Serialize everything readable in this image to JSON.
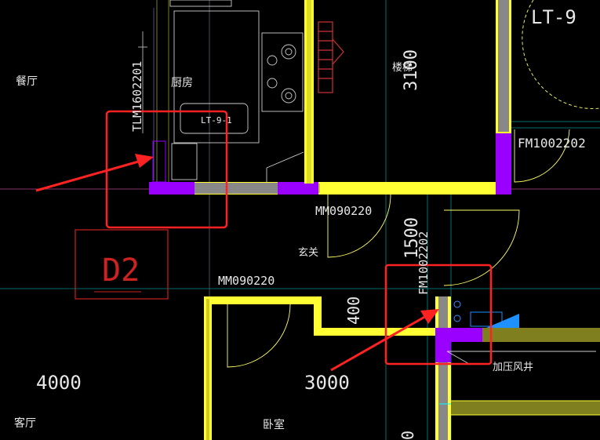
{
  "labels": {
    "dining": "餐厅",
    "kitchen": "厨房",
    "stair": "楼梯",
    "entry": "玄关",
    "living": "客厅",
    "bedroom": "卧室",
    "shaft": "加压风井"
  },
  "tags": {
    "lt9": "LT-9",
    "lt9_small": "LT-9-1",
    "fm_right": "FM1002202",
    "fm_center": "FM1002202",
    "mm_top": "MM090220",
    "mm_left": "MM090220",
    "tlm": "TLM1602201",
    "d2": "D2"
  },
  "dimensions": {
    "d4000": "4000",
    "d3000": "3000",
    "d3100": "3100",
    "d1500": "1500",
    "d400": "400",
    "d0": "0"
  },
  "colors": {
    "wall": "#ffff33",
    "column": "#9900ff",
    "gray": "#888888",
    "axis": "#00ffff",
    "red": "#ff3333",
    "olive": "#7f7f1f",
    "blue": "#1e90ff"
  }
}
